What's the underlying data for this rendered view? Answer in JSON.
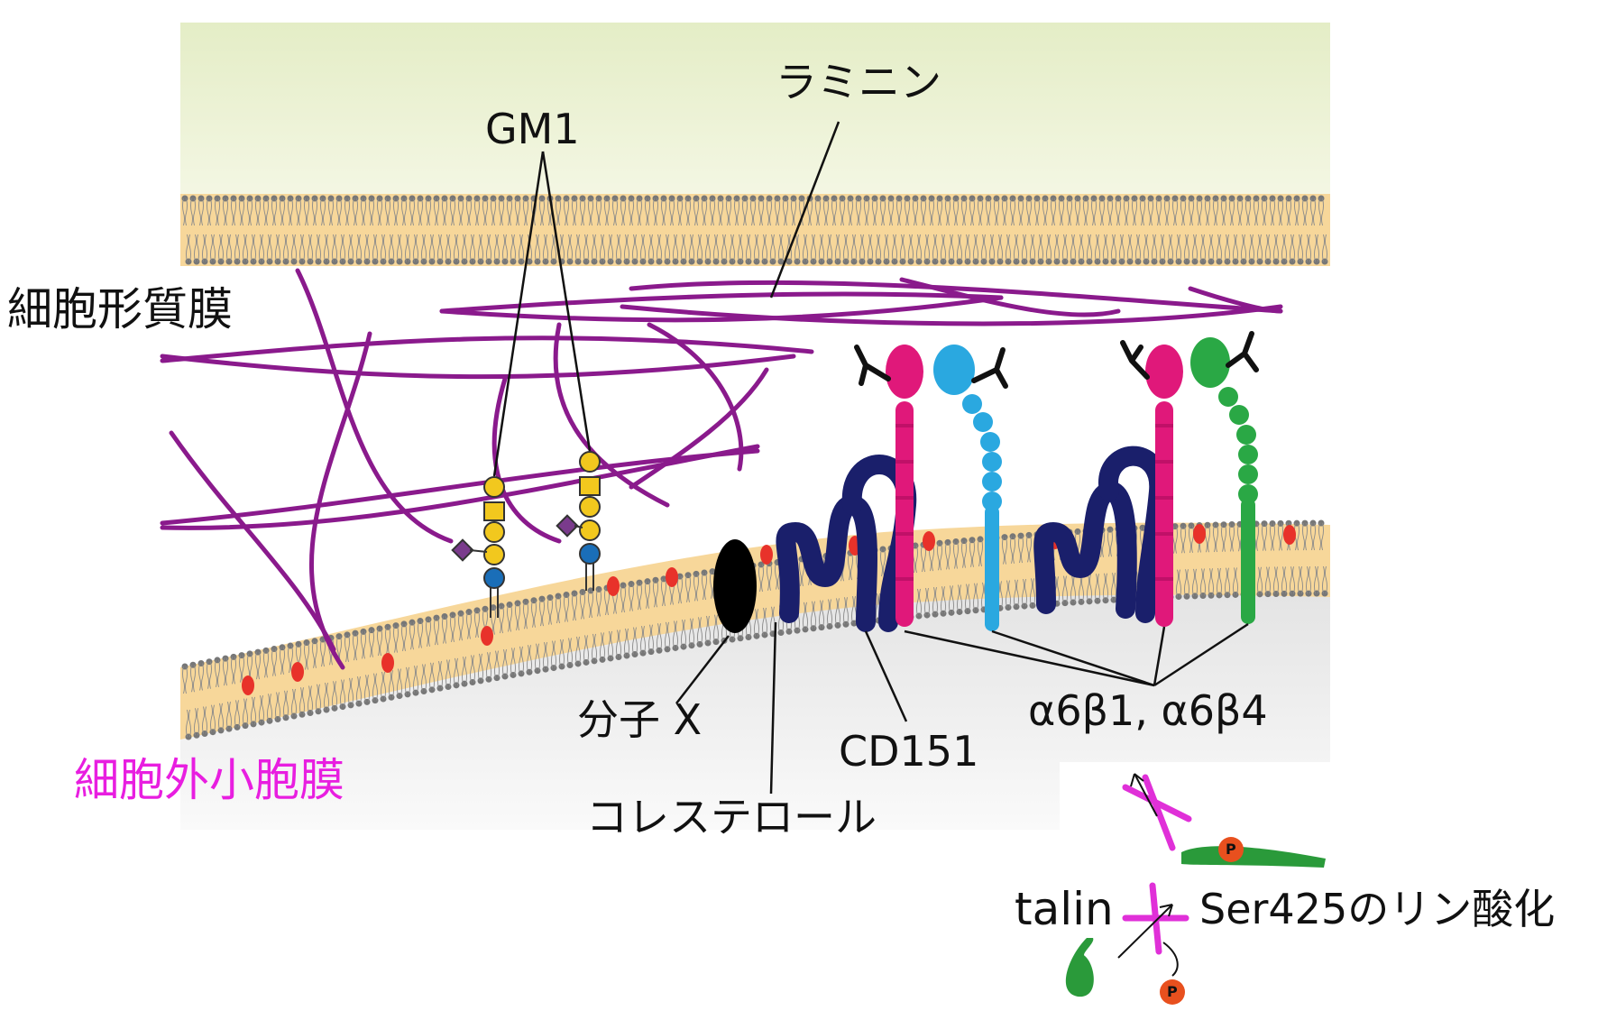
{
  "labels": {
    "gm1": "GM1",
    "laminin": "ラミニン",
    "cell_plasma_membrane": "細胞形質膜",
    "ev_membrane": "細胞外小胞膜",
    "molecule_x": "分子 X",
    "cholesterol": "コレステロール",
    "cd151": "CD151",
    "integrins": "α6β1, α6β4",
    "talin": "talin",
    "ser425": "Ser425のリン酸化",
    "phospho_p": "P"
  },
  "colors": {
    "cytoplasm": "#eef3d8",
    "membrane_band": "#f7d79a",
    "ev_interior": "#e8e8e8",
    "laminin": "#8a1a8c",
    "integrin_alpha6": "#e0187a",
    "integrin_beta1": "#2aa8e0",
    "integrin_beta4": "#2aa845",
    "cd151": "#1a1f6b",
    "molecule_x": "#000000",
    "cholesterol": "#e8322a",
    "glycan_yellow": "#f2c81e",
    "glycan_blue": "#1a6eb8",
    "glycan_purple": "#7a3b8c",
    "inhibition_mark": "#e030d8",
    "ev_label": "#e81ee0",
    "talin_green": "#2a9a3a",
    "phospho_orange": "#e8501e"
  }
}
